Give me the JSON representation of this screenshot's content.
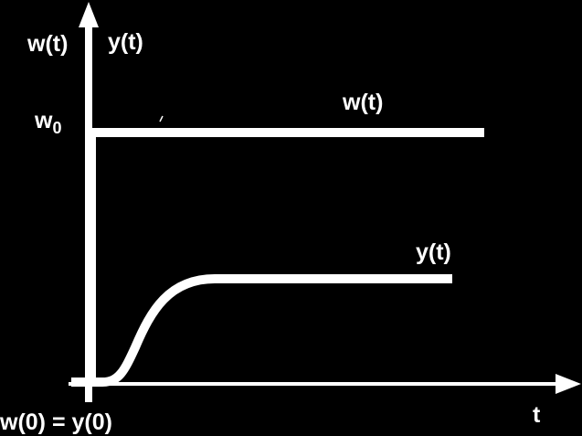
{
  "diagram": {
    "vertical_axis_label_w": "w(t)",
    "vertical_axis_label_y": "y(t)",
    "horizontal_axis_label": "t",
    "level_label_main": "w",
    "level_label_sub": "0",
    "origin_label": "w(0) = y(0)",
    "curve_label_w": "w(t)",
    "curve_label_y": "y(t)"
  },
  "colors": {
    "background": "#000000",
    "foreground": "#ffffff"
  }
}
